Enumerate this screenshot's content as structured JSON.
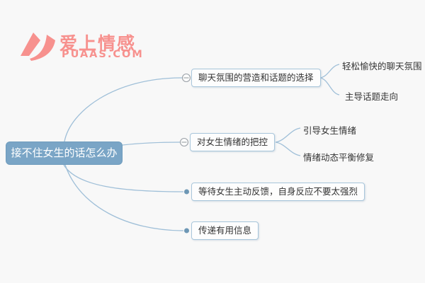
{
  "logo": {
    "brand_cn": "爱上情感",
    "brand_domain": "PUAAS.COM",
    "brand_color": "#f7918e"
  },
  "mindmap": {
    "root": {
      "label": "接不住女生的话怎么办"
    },
    "branches": [
      {
        "label": "聊天氛围的营造和话题的选择",
        "connector": "collapse-toggle-minus",
        "children": [
          "轻松愉快的聊天氛围",
          "主导话题走向"
        ]
      },
      {
        "label": "对女生情绪的把控",
        "connector": "collapse-toggle-minus",
        "children": [
          "引导女生情绪",
          "情绪动态平衡修复"
        ]
      },
      {
        "label": "等待女生主动反馈，自身反应不要太强烈",
        "connector": "dot",
        "children": []
      },
      {
        "label": "传递有用信息",
        "connector": "dot",
        "children": []
      }
    ],
    "colors": {
      "root_fill": "#7aa5c6",
      "root_text": "#ffffff",
      "node_fill": "#fdfdfd",
      "node_border": "#a9c6db",
      "node_text": "#333333",
      "connector_line": "#9fbfd8",
      "dot_fill": "#6d97b5",
      "toggle_stroke": "#9aa0a6",
      "background": "#f8f8f8"
    }
  }
}
